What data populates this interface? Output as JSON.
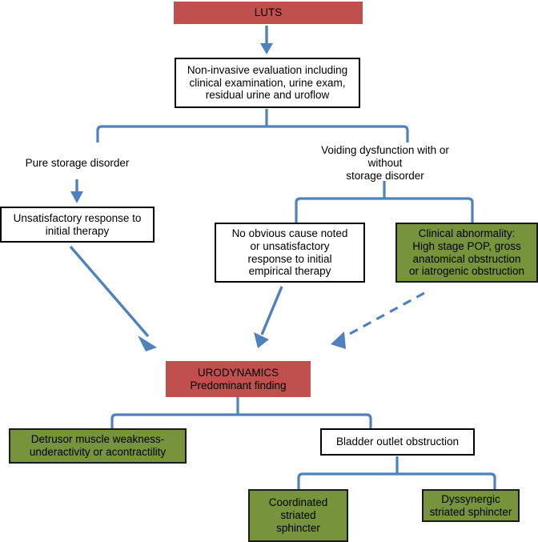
{
  "diagram": {
    "title": "LUTS evaluation and urodynamics algorithm",
    "colors": {
      "red_box": "#C0504D",
      "green_box": "#77933C",
      "connector_blue": "#4F81BD",
      "plain_box_border": "#000000",
      "background": "#FFFFFF"
    },
    "nodes": {
      "luts": "LUTS",
      "non_invasive": "Non-invasive evaluation including\nclinical examination, urine exam,\nresidual urine and uroflow",
      "pure_storage_label": "Pure storage disorder",
      "voiding_dysfunction_label": "Voiding dysfunction with or without\nstorage disorder",
      "unsatisfactory_response": "Unsatisfactory response to\ninitial therapy",
      "no_obvious_cause": "No obvious cause noted\nor unsatisfactory\nresponse to initial\nempirical therapy",
      "clinical_abnormality": "Clinical abnormality:\nHigh stage POP, gross\nanatomical obstruction\nor iatrogenic obstruction",
      "urodynamics": "URODYNAMICS\nPredominant finding",
      "detrusor_weakness": "Detrusor muscle weakness-\nunderactivity or acontractility",
      "bladder_outlet_obstruction": "Bladder outlet obstruction",
      "coordinated_sphincter": "Coordinated\nstriated\nsphincter",
      "dyssynergic_sphincter": "Dyssynergic\nstriated sphincter"
    }
  }
}
